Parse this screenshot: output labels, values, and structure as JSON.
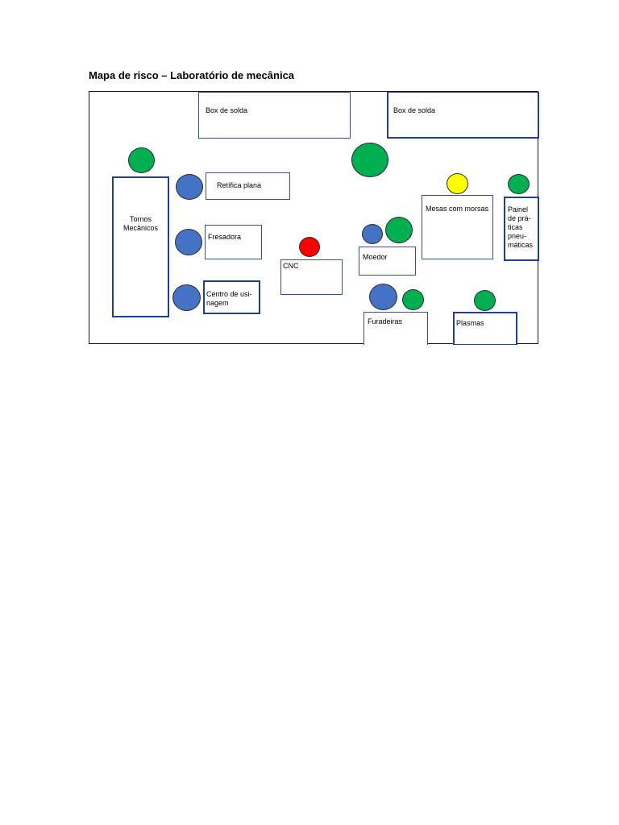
{
  "page": {
    "title": "Mapa de risco – Laboratório de mecânica"
  },
  "colors": {
    "blue": "#4472c4",
    "green": "#00b050",
    "red": "#ff0000",
    "yellow": "#ffff00",
    "box_border": "#2f52a0"
  },
  "areas": {
    "box_solda_1": "Box de solda",
    "box_solda_2": "Box de solda",
    "tornos": "Tornos Mecânicos",
    "retifica": "Retífica plana",
    "fresadora": "Fresadora",
    "centro_usinagem": "Centro de usi-nagem",
    "cnc": "CNC",
    "moedor": "Moedor",
    "mesas": "Mesas com morsas",
    "painel": "Painel de prá-ticas pneu-máticas",
    "furadeiras": "Furadeiras",
    "plasmas": "Plasmas"
  }
}
